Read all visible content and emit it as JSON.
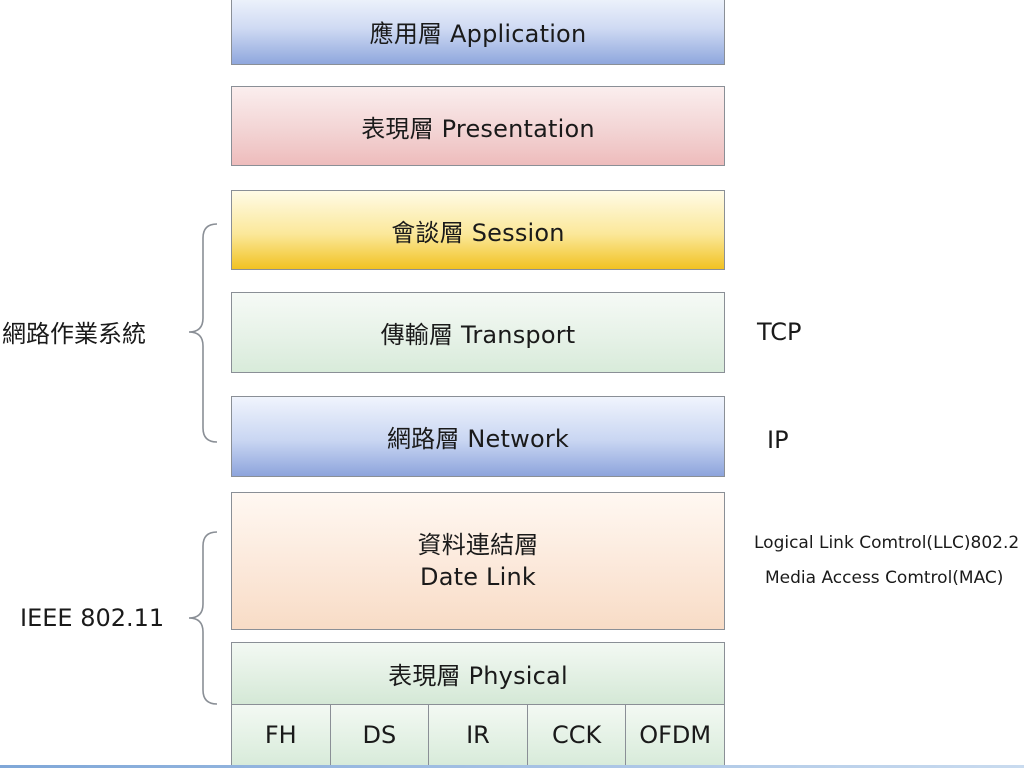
{
  "layers": {
    "application": "應用層  Application",
    "presentation": "表現層  Presentation",
    "session": "會談層  Session",
    "transport": "傳輸層  Transport",
    "network": "網路層  Network",
    "datalink_cn": "資料連結層",
    "datalink_en": "Date Link",
    "physical": "表現層  Physical"
  },
  "physical_sublayers": [
    "FH",
    "DS",
    "IR",
    "CCK",
    "OFDM"
  ],
  "side_labels": {
    "network_os": "網路作業系統",
    "ieee": "IEEE 802.11"
  },
  "protocols": {
    "tcp": "TCP",
    "ip": "IP",
    "llc": "Logical Link Comtrol(LLC)802.2",
    "mac": "Media Access Comtrol(MAC)"
  }
}
